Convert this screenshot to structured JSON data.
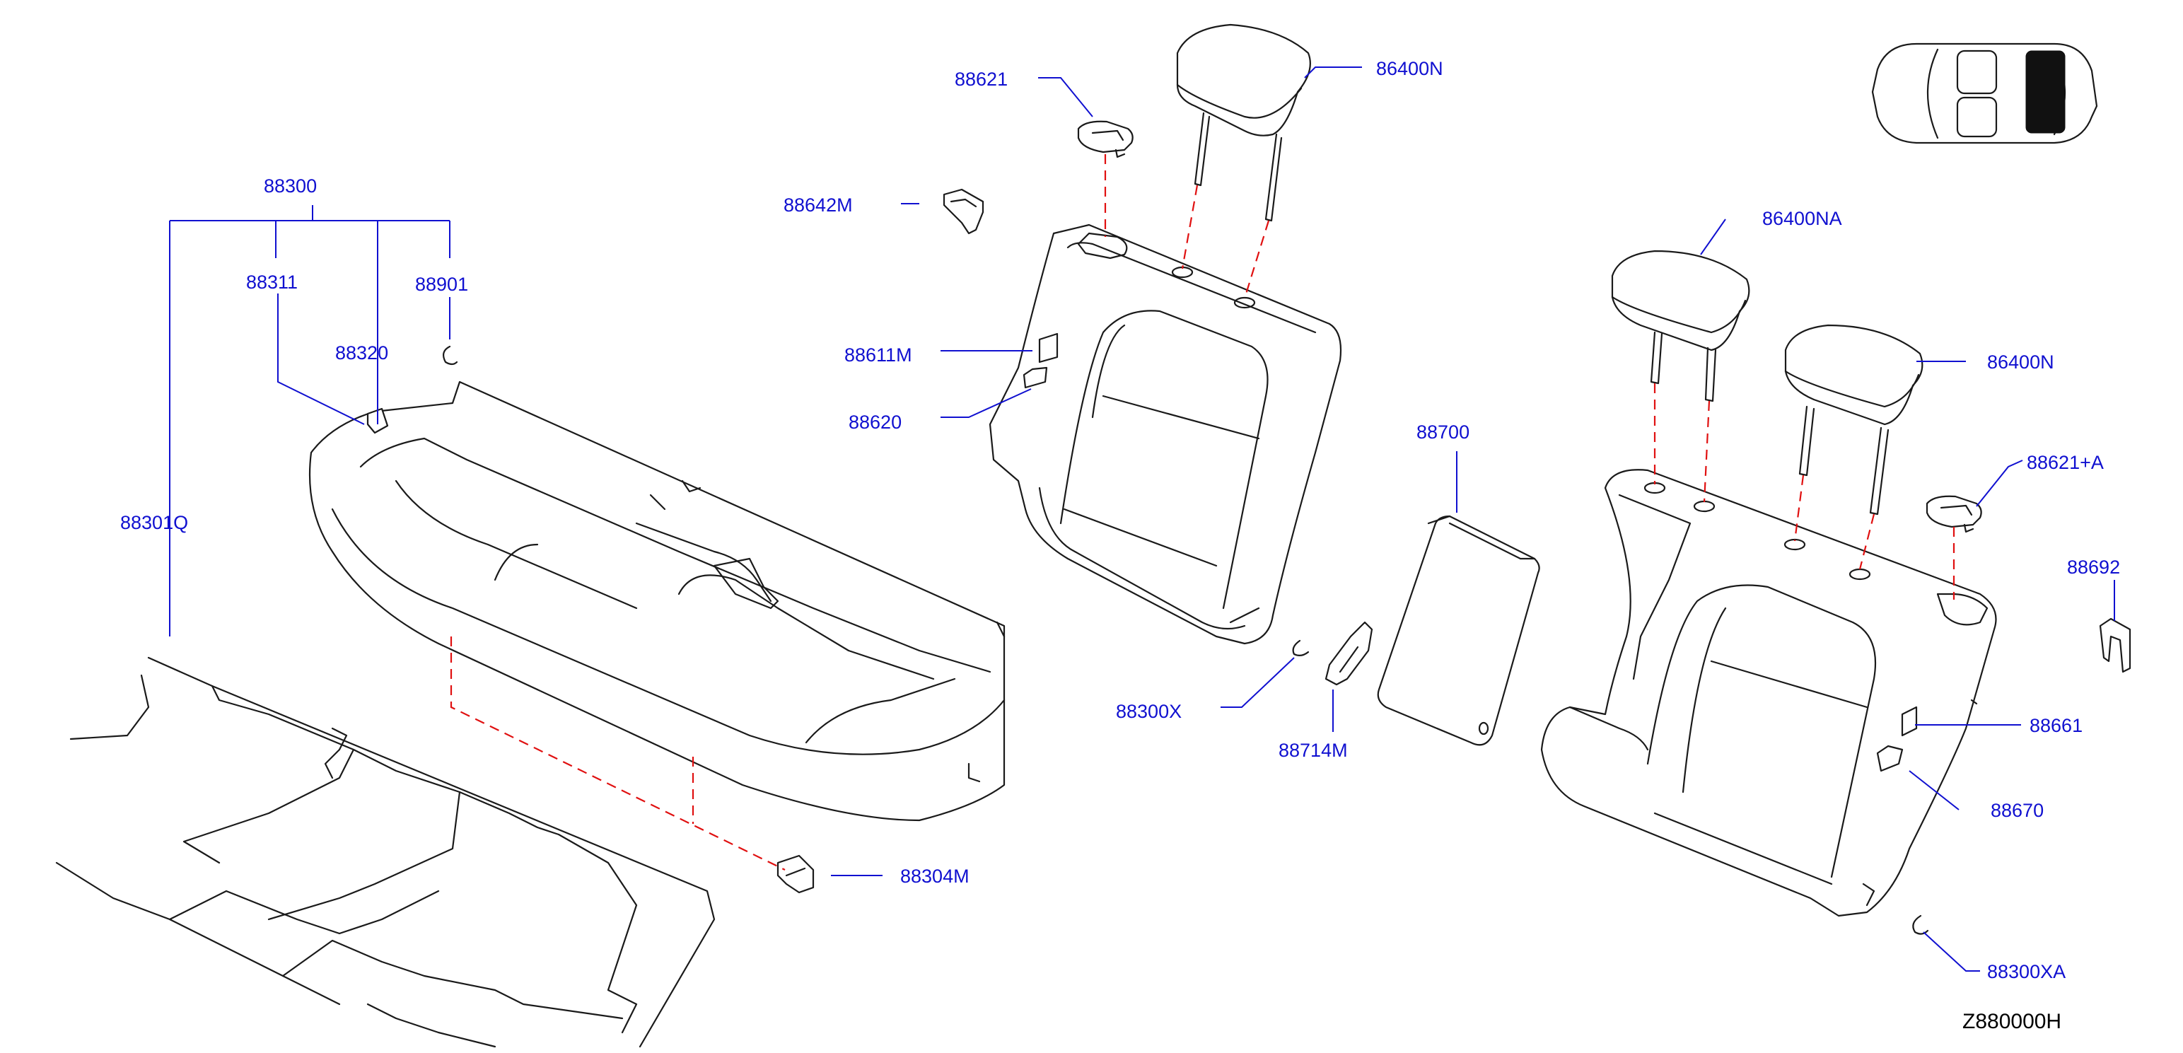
{
  "colors": {
    "label": "#1010d0",
    "line": "#1a1a1a",
    "dashed_connector": "#e01010",
    "highlight": "#111111"
  },
  "labels": {
    "p88300": "88300",
    "p88311": "88311",
    "p88901": "88901",
    "p88320": "88320",
    "p88301Q": "88301Q",
    "p88304M": "88304M",
    "p88621": "88621",
    "p86400N_top": "86400N",
    "p88642M": "88642M",
    "p88611M": "88611M",
    "p88620": "88620",
    "p88300X": "88300X",
    "p88714M": "88714M",
    "p88700": "88700",
    "p86400NA": "86400NA",
    "p86400N_right": "86400N",
    "p88621A": "88621+A",
    "p88692": "88692",
    "p88661": "88661",
    "p88670": "88670",
    "p88300XA": "88300XA"
  },
  "diagram_code": "Z880000H",
  "icons": {
    "locator": "vehicle-top-view-icon",
    "highlighted_seat": "rear-right-seat"
  }
}
